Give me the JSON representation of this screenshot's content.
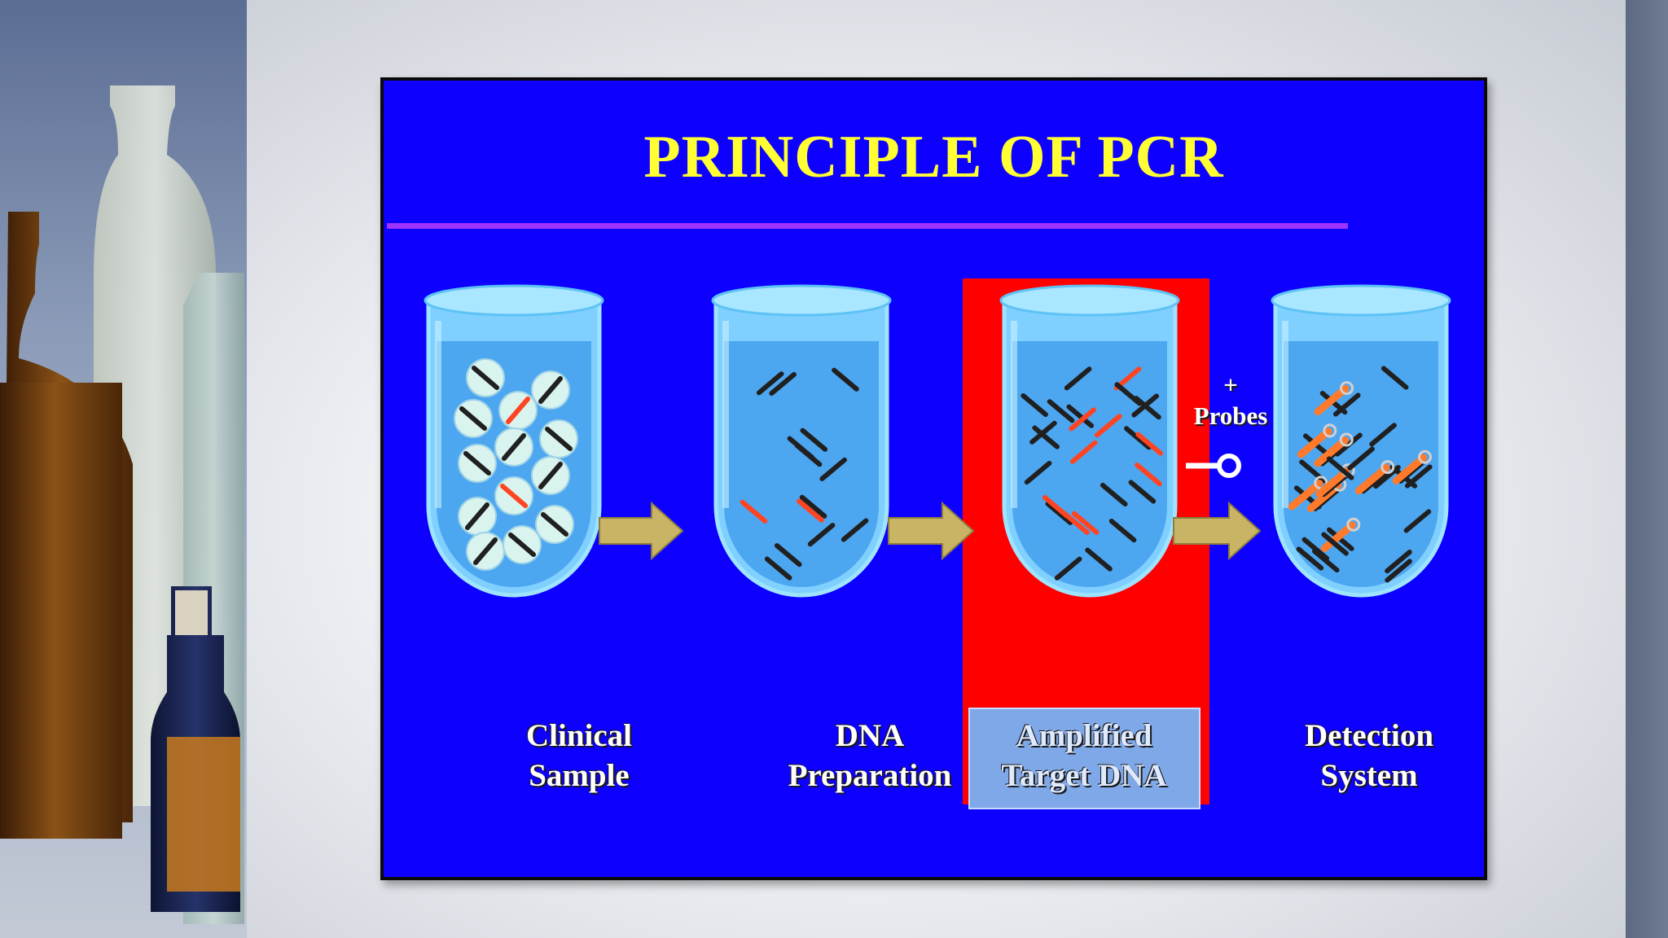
{
  "slide": {
    "title": "PRINCIPLE OF PCR",
    "probe_plus": "+",
    "probe_label": "Probes",
    "stages": [
      {
        "line1": "Clinical",
        "line2": "Sample"
      },
      {
        "line1": "DNA",
        "line2": "Preparation"
      },
      {
        "line1": "Amplified",
        "line2": "Target DNA"
      },
      {
        "line1": "Detection",
        "line2": "System"
      }
    ]
  },
  "colors": {
    "frame_background": "#0d00ff",
    "title": "#ffff33",
    "rule": "#9f33ff",
    "highlight": "#ff0000",
    "liquid": "#4da6f0",
    "arrow": "#c8b464",
    "target_strand": "#ff4422",
    "probe_strand": "#ff7a2a"
  }
}
